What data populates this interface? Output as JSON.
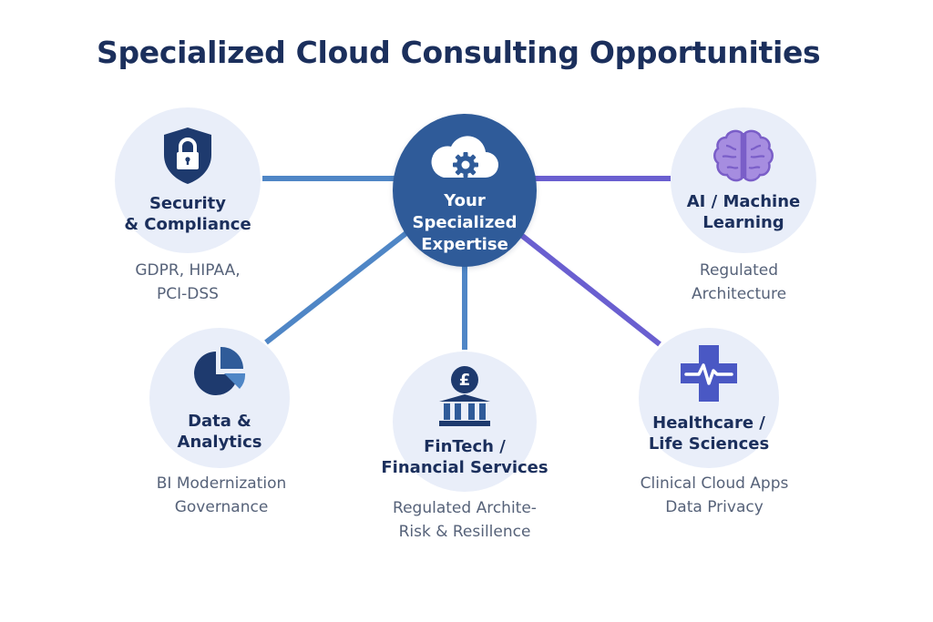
{
  "title": "Specialized Cloud Consulting Opportunities",
  "hub": {
    "label_lines": [
      "Your",
      "Specialized",
      "Expertise"
    ],
    "icon": "cloud-gear-icon"
  },
  "nodes": [
    {
      "id": "security",
      "label_lines": [
        "Security",
        "& Compliance"
      ],
      "sub_lines": [
        "GDPR, HIPAA,",
        "PCI-DSS"
      ],
      "icon": "shield-lock-icon"
    },
    {
      "id": "ai",
      "label_lines": [
        "AI / Machine",
        "Learning"
      ],
      "sub_lines": [
        "Regulated",
        "Architecture"
      ],
      "icon": "brain-icon"
    },
    {
      "id": "data",
      "label_lines": [
        "Data &",
        "Analytics"
      ],
      "sub_lines": [
        "BI Modernization",
        "Governance"
      ],
      "icon": "pie-chart-icon"
    },
    {
      "id": "fintech",
      "label_lines": [
        "FinTech /",
        "Financial Services"
      ],
      "sub_lines": [
        "Regulated Archite-",
        "Risk & Resillence"
      ],
      "icon": "bank-pound-icon"
    },
    {
      "id": "healthcare",
      "label_lines": [
        "Healthcare /",
        "Life Sciences"
      ],
      "sub_lines": [
        "Clinical Cloud Apps",
        "Data Privacy"
      ],
      "icon": "medical-cross-icon"
    }
  ],
  "colors": {
    "title": "#1b2f5c",
    "hub": "#2f5b99",
    "node_bg": "#e9eef9",
    "connector_blue": "#4f86c6",
    "connector_purple": "#6a5fd0",
    "icon_navy": "#1e3a6e",
    "icon_purple": "#7a5ec8",
    "icon_medical": "#4a58c4"
  }
}
